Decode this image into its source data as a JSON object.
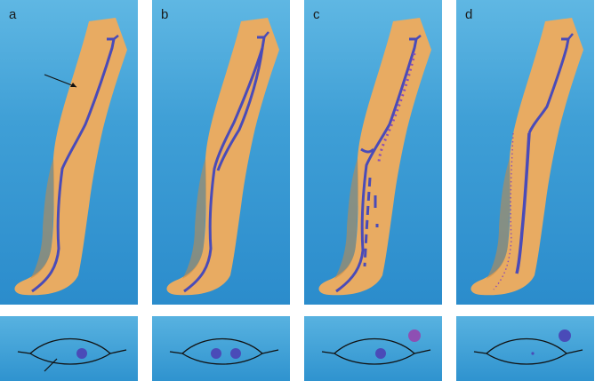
{
  "panels": [
    {
      "label": "a"
    },
    {
      "label": "b"
    },
    {
      "label": "c"
    },
    {
      "label": "d"
    }
  ],
  "colors": {
    "background_blue": "#3f9fd6",
    "leg_skin": "#e8ab62",
    "vein": "#4a4bb8",
    "outline": "#111111",
    "perforator_dot": "#8e4fb3"
  }
}
